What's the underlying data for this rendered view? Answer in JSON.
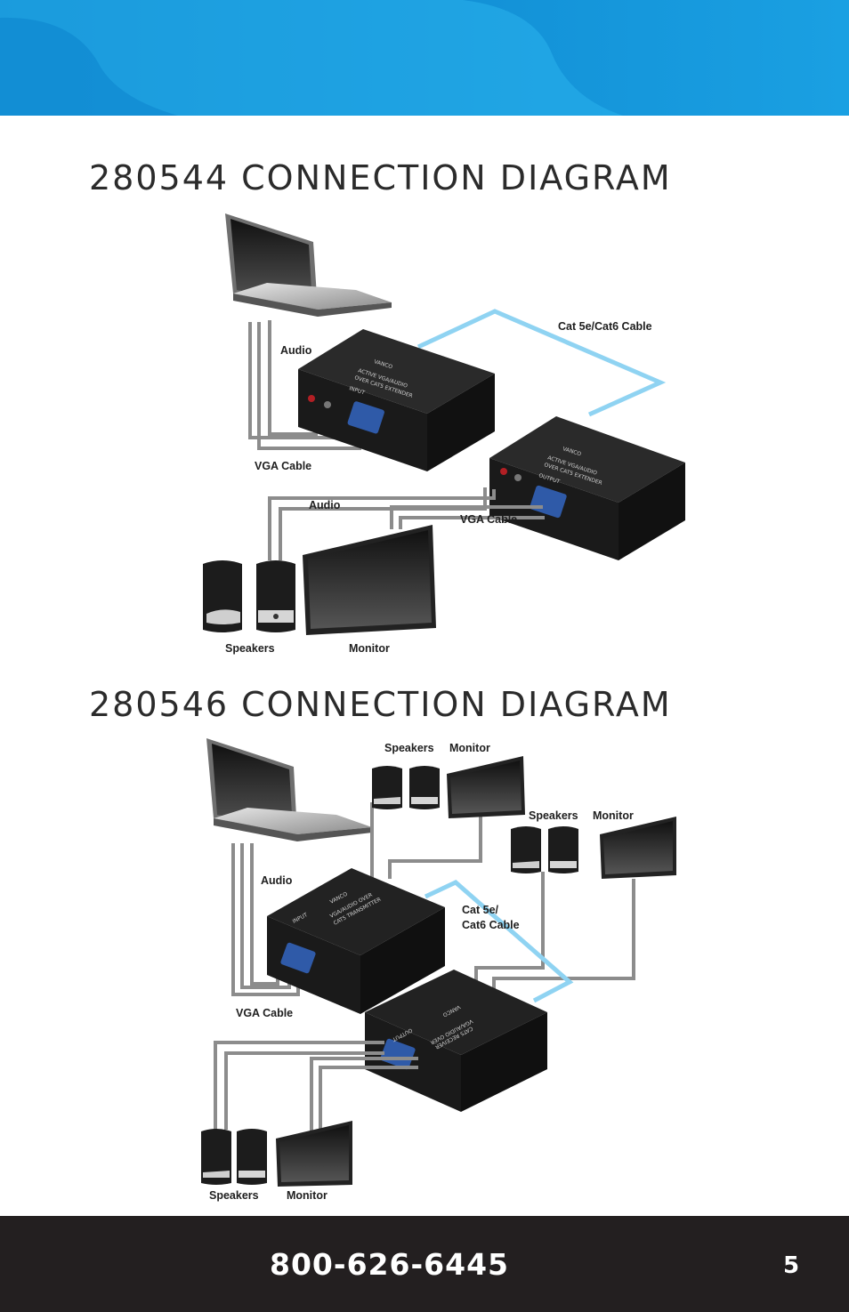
{
  "colors": {
    "header_dark": "#0a7fc9",
    "header_light": "#29b3ec",
    "cable_blue": "#8fd3f2",
    "footer": "#231f20"
  },
  "diagram1": {
    "title": "280544 CONNECTION DIAGRAM",
    "labels": {
      "audio_top": "Audio",
      "vga_cable_top": "VGA Cable",
      "cat_cable": "Cat 5e/Cat6 Cable",
      "audio_bottom": "Audio",
      "vga_cable_bottom": "VGA Cable",
      "speakers": "Speakers",
      "monitor": "Monitor"
    },
    "transmitter": {
      "brand": "VANCO",
      "line1": "ACTIVE VGA/AUDIO",
      "line2": "OVER CAT5 EXTENDER",
      "port": "INPUT"
    },
    "receiver": {
      "brand": "VANCO",
      "line1": "ACTIVE VGA/AUDIO",
      "line2": "OVER CAT5 EXTENDER",
      "port": "OUTPUT"
    }
  },
  "diagram2": {
    "title": "280546 CONNECTION DIAGRAM",
    "labels": {
      "speakers_1": "Speakers",
      "monitor_1": "Monitor",
      "speakers_2": "Speakers",
      "monitor_2": "Monitor",
      "audio": "Audio",
      "cat_line1": "Cat 5e/",
      "cat_line2": "Cat6 Cable",
      "vga_cable": "VGA Cable",
      "speakers_3": "Speakers",
      "monitor_3": "Monitor"
    },
    "transmitter": {
      "brand": "VANCO",
      "line1": "VGA/AUDIO OVER",
      "line2": "CAT5 TRANSMITTER",
      "port": "INPUT"
    },
    "receiver": {
      "brand": "VANCO",
      "line1": "VGA/AUDIO OVER",
      "line2": "CAT5 RECEIVER",
      "port": "OUTPUT"
    }
  },
  "footer": {
    "phone": "800-626-6445",
    "page_number": "5"
  }
}
